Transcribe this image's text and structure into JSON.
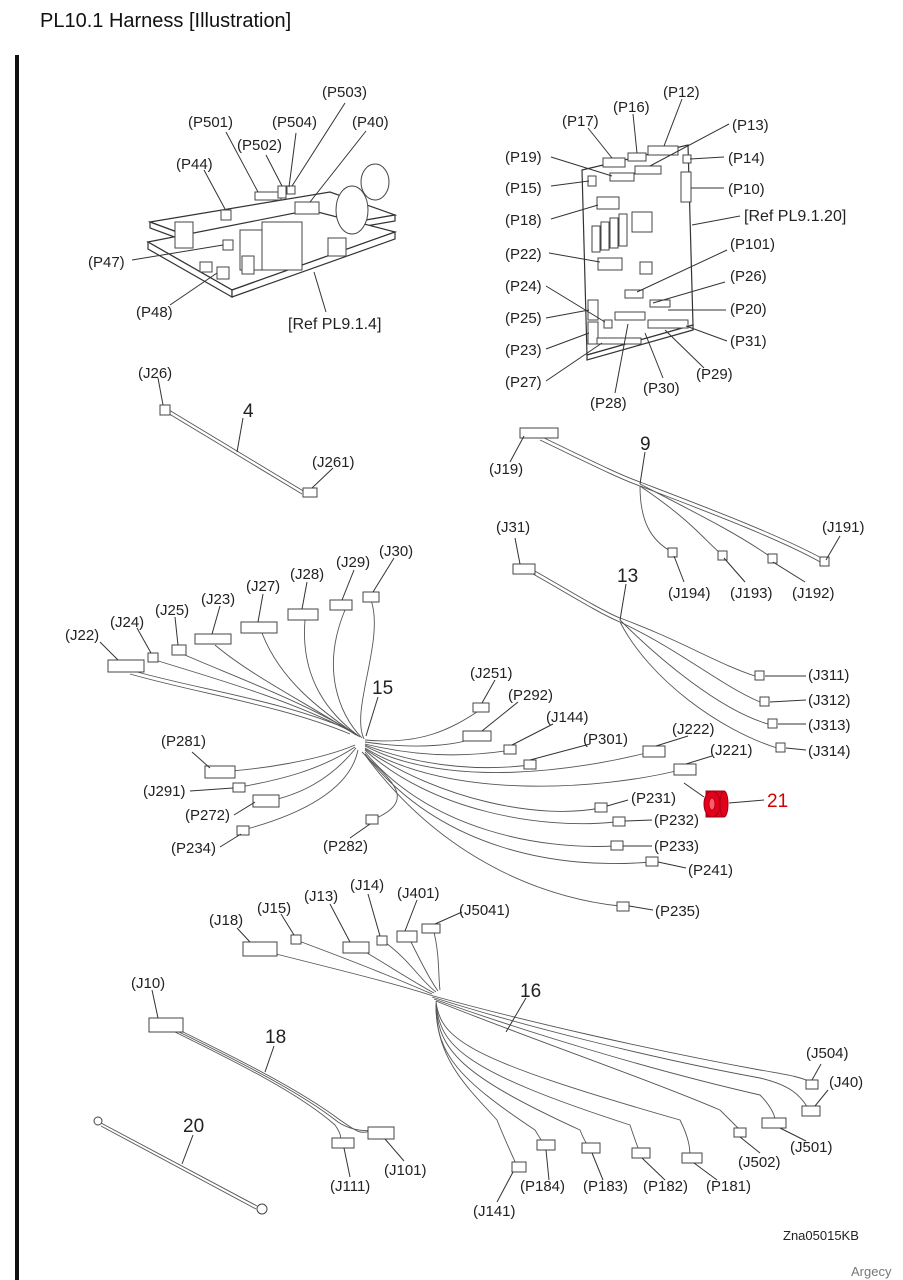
{
  "title": "PL10.1 Harness  [Illustration]",
  "ref_psu": "[Ref PL9.1.4]",
  "ref_mcu": "[Ref PL9.1.20]",
  "figure_code": "Zna05015KB",
  "brand": "Argecy",
  "psu_labels": {
    "p503": "(P503)",
    "p501": "(P501)",
    "p504": "(P504)",
    "p40": "(P40)",
    "p502": "(P502)",
    "p44": "(P44)",
    "p47": "(P47)",
    "p48": "(P48)"
  },
  "mcu_labels": {
    "p12": "(P12)",
    "p16": "(P16)",
    "p17": "(P17)",
    "p13": "(P13)",
    "p19": "(P19)",
    "p14": "(P14)",
    "p15": "(P15)",
    "p10": "(P10)",
    "p18": "(P18)",
    "p101": "(P101)",
    "p22": "(P22)",
    "p26": "(P26)",
    "p24": "(P24)",
    "p20": "(P20)",
    "p25": "(P25)",
    "p31": "(P31)",
    "p23": "(P23)",
    "p27": "(P27)",
    "p29": "(P29)",
    "p30": "(P30)",
    "p28": "(P28)"
  },
  "h4": {
    "num": "4",
    "j26": "(J26)",
    "j261": "(J261)"
  },
  "h9": {
    "num": "9",
    "j19": "(J19)",
    "j191": "(J191)",
    "j194": "(J194)",
    "j193": "(J193)",
    "j192": "(J192)"
  },
  "h13": {
    "num": "13",
    "j31": "(J31)",
    "j311": "(J311)",
    "j312": "(J312)",
    "j313": "(J313)",
    "j314": "(J314)"
  },
  "h15": {
    "num": "15",
    "j22": "(J22)",
    "j24": "(J24)",
    "j25": "(J25)",
    "j23": "(J23)",
    "j27": "(J27)",
    "j28": "(J28)",
    "j29": "(J29)",
    "j30": "(J30)",
    "j251": "(J251)",
    "p292": "(P292)",
    "j144": "(J144)",
    "p301": "(P301)",
    "j222": "(J222)",
    "j221": "(J221)",
    "p231": "(P231)",
    "p232": "(P232)",
    "p233": "(P233)",
    "p241": "(P241)",
    "p235": "(P235)",
    "p281": "(P281)",
    "j291": "(J291)",
    "p272": "(P272)",
    "p234": "(P234)",
    "p282": "(P282)"
  },
  "ferrite": {
    "num": "21"
  },
  "h16": {
    "num": "16",
    "j18": "(J18)",
    "j15": "(J15)",
    "j13": "(J13)",
    "j14": "(J14)",
    "j401": "(J401)",
    "j5041": "(J5041)",
    "j504": "(J504)",
    "j40": "(J40)",
    "j501": "(J501)",
    "j502": "(J502)",
    "j141": "(J141)",
    "p184": "(P184)",
    "p183": "(P183)",
    "p182": "(P182)",
    "p181": "(P181)"
  },
  "h18": {
    "num": "18",
    "j10": "(J10)",
    "j111": "(J111)",
    "j101": "(J101)"
  },
  "h20": {
    "num": "20"
  },
  "colors": {
    "ferrite": "#e4001b",
    "callout_red": "#d40000"
  }
}
